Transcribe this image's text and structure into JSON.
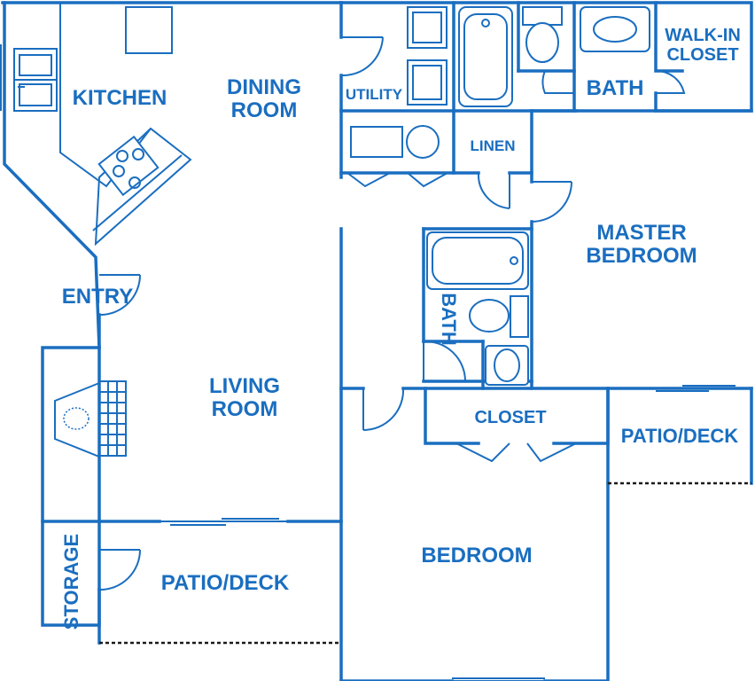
{
  "colors": {
    "line": "#1a6ec0",
    "text": "#1a6ec0",
    "background": "#ffffff"
  },
  "rooms": {
    "kitchen": "KITCHEN",
    "dining_1": "DINING",
    "dining_2": "ROOM",
    "utility": "UTILITY",
    "linen": "LINEN",
    "bath_master": "BATH",
    "walkin_1": "WALK-IN",
    "walkin_2": "CLOSET",
    "master_1": "MASTER",
    "master_2": "BEDROOM",
    "entry": "ENTRY",
    "bath_hall": "BATH",
    "living_1": "LIVING",
    "living_2": "ROOM",
    "closet": "CLOSET",
    "patio_right": "PATIO/DECK",
    "storage": "STORAGE",
    "patio_left": "PATIO/DECK",
    "bedroom": "BEDROOM"
  }
}
